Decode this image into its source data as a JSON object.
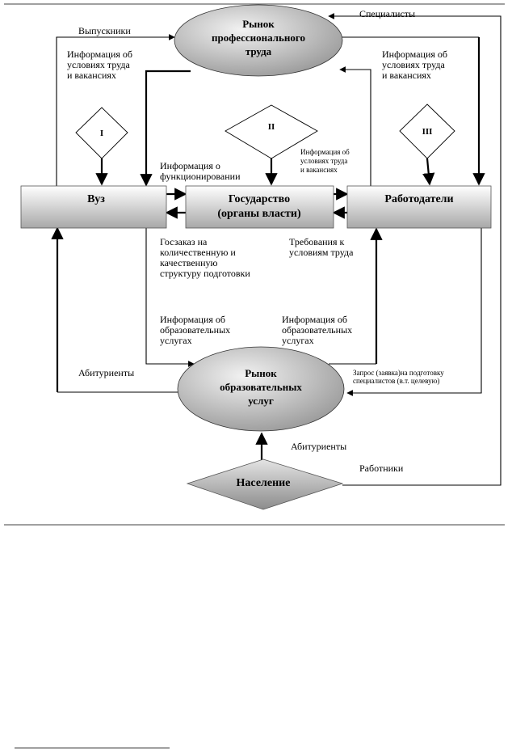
{
  "nodes": {
    "labor_market": [
      "Рынок",
      "профессионального",
      "труда"
    ],
    "education_market": [
      "Рынок",
      "образовательных",
      "услуг"
    ],
    "university": "Вуз",
    "state": [
      "Государство",
      "(органы власти)"
    ],
    "employers": "Работодатели",
    "population": "Население",
    "diamond_1": "I",
    "diamond_2": "II",
    "diamond_3": "III"
  },
  "labels": {
    "graduates": "Выпускники",
    "specialists": "Специалисты",
    "info_left": [
      "Информация об",
      "условиях труда",
      "и вакансиях"
    ],
    "info_right": [
      "Информация об",
      "условиях труда",
      "и вакансиях"
    ],
    "info_functioning": [
      "Информация о",
      "функционировании"
    ],
    "info_center": [
      "Информация об",
      "условиях труда",
      "и вакансиях"
    ],
    "state_order": [
      "Госзаказ на",
      "количественную и",
      "качественную",
      "структуру подготовки"
    ],
    "labor_requirements": [
      "Требования к",
      "условиям труда"
    ],
    "edu_info_left": [
      "Информация об",
      "образовательных",
      "услугах"
    ],
    "edu_info_right": [
      "Информация об",
      "образовательных",
      "услугах"
    ],
    "applicants_left": "Абитуриенты",
    "request": [
      "Запрос (заявка)на подготовку",
      "специалистов (в.т. целевую)"
    ],
    "applicants_bottom": "Абитуриенты",
    "workers": "Работники"
  }
}
